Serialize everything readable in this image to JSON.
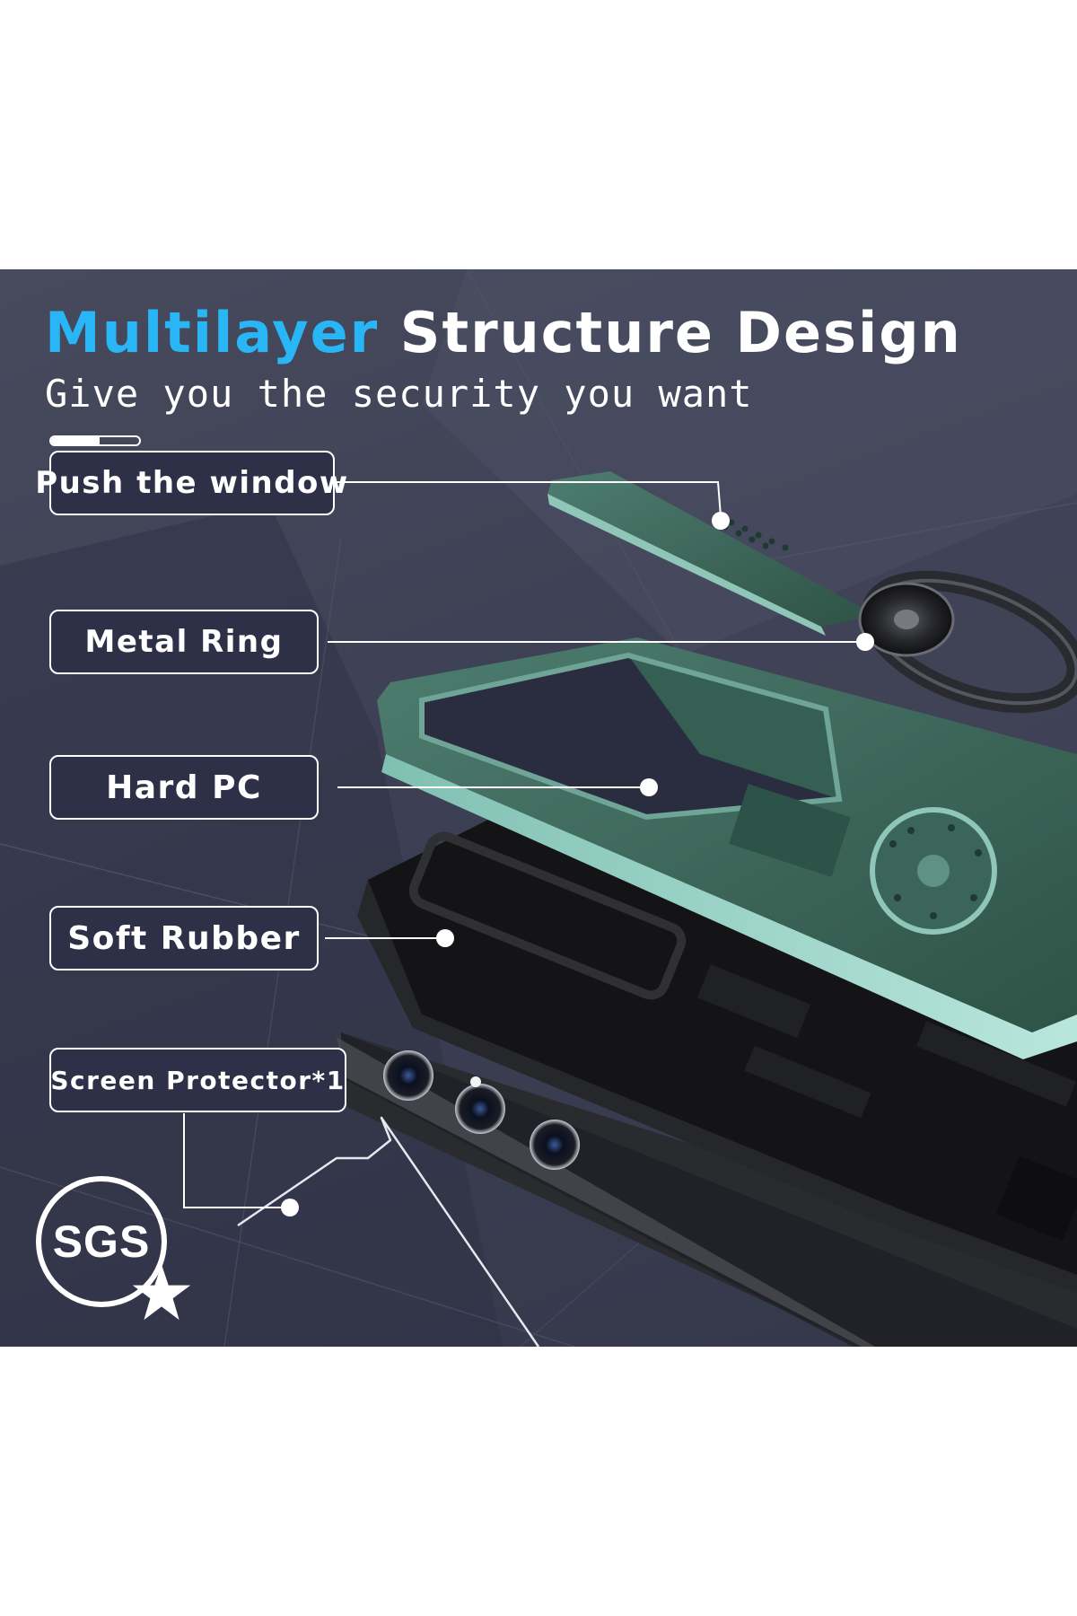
{
  "title": {
    "accent": "Multilayer",
    "rest": "Structure Design"
  },
  "subtitle": "Give you the security you want",
  "progress": {
    "fraction": 0.55
  },
  "labels": [
    {
      "text": "Push the window"
    },
    {
      "text": "Metal Ring"
    },
    {
      "text": "Hard PC"
    },
    {
      "text": "Soft Rubber"
    },
    {
      "text": "Screen Protector*1"
    }
  ],
  "badge": {
    "text": "SGS",
    "icon": "star-icon"
  },
  "colors": {
    "accent": "#29b6f6",
    "background": "#3d4054",
    "case_green": "#3f6b5e",
    "case_mint": "#9bd3c8",
    "rubber": "#1b1b1e"
  }
}
